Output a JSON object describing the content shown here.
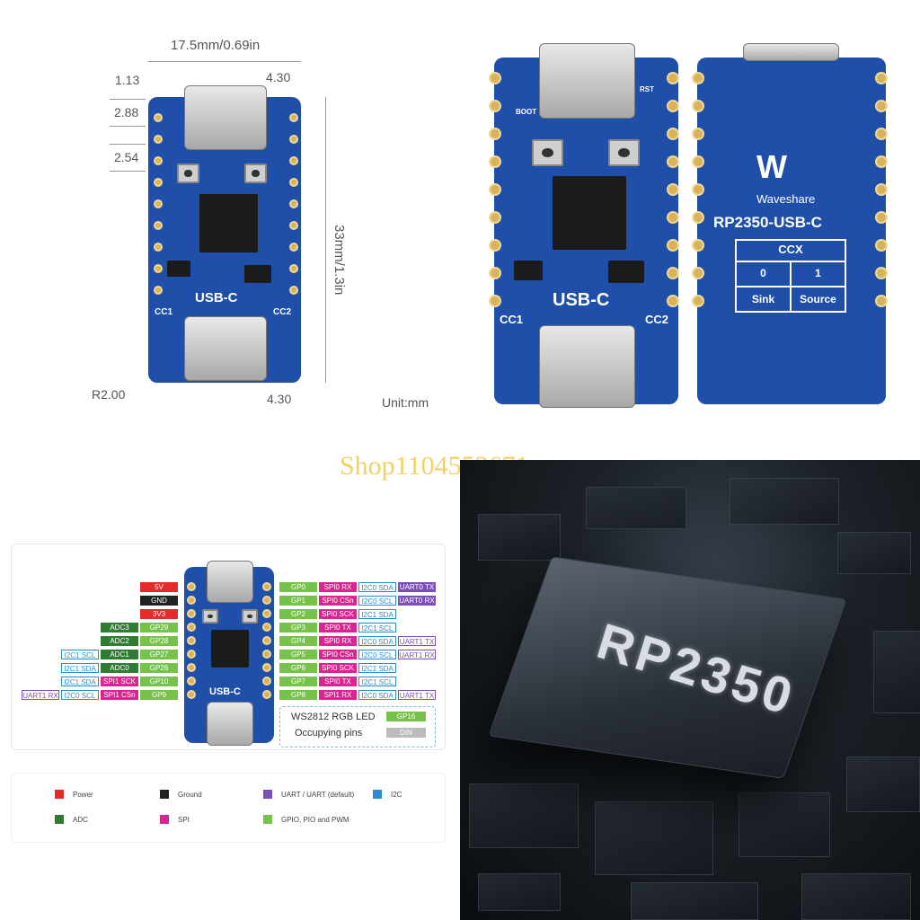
{
  "dimensions": {
    "width_label": "17.5mm/0.69in",
    "height_label": "33mm/1.3in",
    "d1": "1.13",
    "d2": "2.88",
    "d3": "2.54",
    "top_right": "4.30",
    "bottom_right": "4.30",
    "radius": "R2.00",
    "unit": "Unit:mm"
  },
  "board": {
    "name": "RP2350-USB-C",
    "brand": "Waveshare",
    "silk_main": "USB-C",
    "cc1": "CC1",
    "cc2": "CC2",
    "ccx_title": "CCX",
    "ccx_values": [
      "0",
      "1"
    ],
    "ccx_labels": [
      "Sink",
      "Source"
    ],
    "left_pins": [
      "5V",
      "GND",
      "3V3",
      "29",
      "28",
      "27",
      "26",
      "10",
      "9"
    ],
    "right_pins": [
      "0",
      "1",
      "2",
      "3",
      "4",
      "5",
      "6",
      "7",
      "8"
    ],
    "cc_values": [
      "0",
      "1"
    ],
    "boot": "BOOT",
    "rst": "RST",
    "colors": {
      "board": "#1f4fa8",
      "pad": "#d8b35a"
    }
  },
  "watermark": "Shop1104553671",
  "pinout": {
    "left_rows": [
      [
        "5V"
      ],
      [
        "GND"
      ],
      [
        "3V3"
      ],
      [
        "ADC3",
        "GP29"
      ],
      [
        "ADC2",
        "GP28"
      ],
      [
        "I2C1 SCL",
        "ADC1",
        "GP27"
      ],
      [
        "I2C1 SDA",
        "ADC0",
        "GP26"
      ],
      [
        "I2C1 SDA",
        "SPI1 SCK",
        "GP10"
      ],
      [
        "UART1 RX",
        "I2C0 SCL",
        "SPI1 CSn",
        "GP9"
      ]
    ],
    "right_rows": [
      [
        "GP0",
        "SPI0 RX",
        "I2C0 SDA",
        "UART0 TX"
      ],
      [
        "GP1",
        "SPI0 CSn",
        "I2C0 SCL",
        "UART0 RX"
      ],
      [
        "GP2",
        "SPI0 SCK",
        "I2C1 SDA"
      ],
      [
        "GP3",
        "SPI0 TX",
        "I2C1 SCL"
      ],
      [
        "GP4",
        "SPI0 RX",
        "I2C0 SDA",
        "UART1 TX"
      ],
      [
        "GP5",
        "SPI0 CSn",
        "I2C0 SCL",
        "UART1 RX"
      ],
      [
        "GP6",
        "SPI0 SCK",
        "I2C1 SDA"
      ],
      [
        "GP7",
        "SPI0 TX",
        "I2C1 SCL"
      ],
      [
        "GP8",
        "SPI1 RX",
        "I2C0 SDA",
        "UART1 TX"
      ]
    ],
    "led_label": "WS2812 RGB LED",
    "led_pin": "GP16",
    "occupy_label": "Occupying pins",
    "occupy_pin": "DIN"
  },
  "legend": [
    {
      "label": "Power",
      "color": "#e52a2a"
    },
    {
      "label": "Ground",
      "color": "#222222"
    },
    {
      "label": "UART / UART (default)",
      "color": "#7a4fb8"
    },
    {
      "label": "I2C",
      "color": "#2a8bd0"
    },
    {
      "label": "ADC",
      "color": "#2e7d32"
    },
    {
      "label": "SPI",
      "color": "#d9258f"
    },
    {
      "label": "GPIO, PIO and PWM",
      "color": "#77c24a"
    }
  ],
  "chip_photo": {
    "text": "RP2350"
  }
}
